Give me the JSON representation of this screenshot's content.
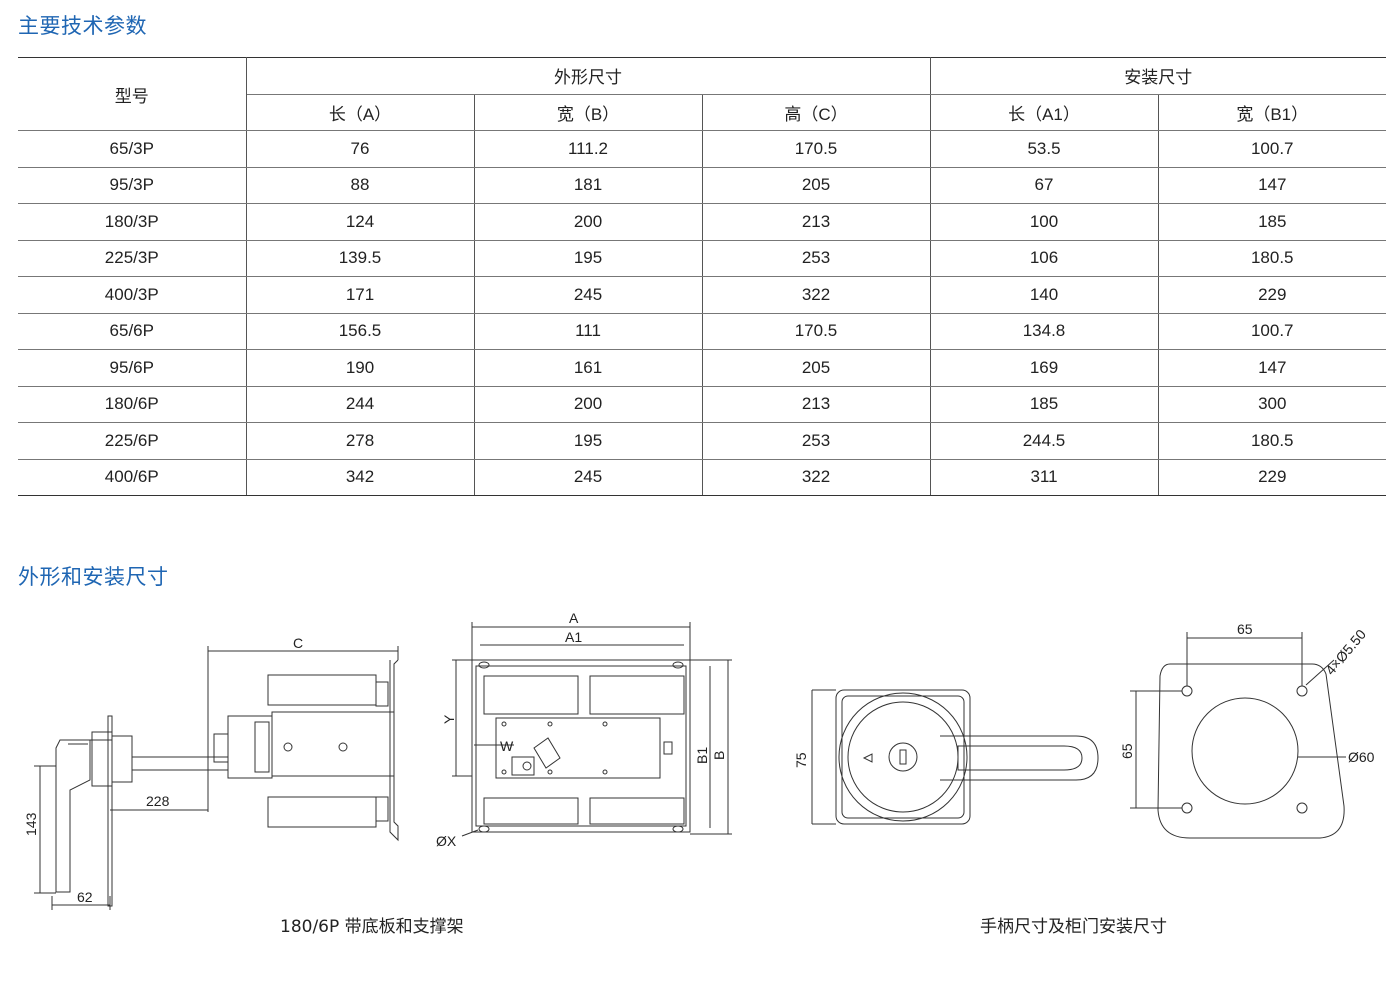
{
  "sections": {
    "tech_params_title": "主要技术参数",
    "dims_title": "外形和安装尺寸"
  },
  "table": {
    "model_header": "型号",
    "outline_header": "外形尺寸",
    "install_header": "安装尺寸",
    "sub_headers": [
      "长（A）",
      "宽（B）",
      "高（C）",
      "长（A1）",
      "宽（B1）"
    ],
    "rows": [
      [
        "65/3P",
        "76",
        "111.2",
        "170.5",
        "53.5",
        "100.7"
      ],
      [
        "95/3P",
        "88",
        "181",
        "205",
        "67",
        "147"
      ],
      [
        "180/3P",
        "124",
        "200",
        "213",
        "100",
        "185"
      ],
      [
        "225/3P",
        "139.5",
        "195",
        "253",
        "106",
        "180.5"
      ],
      [
        "400/3P",
        "171",
        "245",
        "322",
        "140",
        "229"
      ],
      [
        "65/6P",
        "156.5",
        "111",
        "170.5",
        "134.8",
        "100.7"
      ],
      [
        "95/6P",
        "190",
        "161",
        "205",
        "169",
        "147"
      ],
      [
        "180/6P",
        "244",
        "200",
        "213",
        "185",
        "300"
      ],
      [
        "225/6P",
        "278",
        "195",
        "253",
        "244.5",
        "180.5"
      ],
      [
        "400/6P",
        "342",
        "245",
        "322",
        "311",
        "229"
      ]
    ]
  },
  "drawing_labels": {
    "c": "C",
    "d228": "228",
    "d143": "143",
    "d62": "62",
    "a": "A",
    "a1": "A1",
    "y": "Y",
    "w": "W",
    "b1": "B1",
    "b": "B",
    "ox": "ØX",
    "d75": "75",
    "d65_top": "65",
    "holes": "4×Ø5.50",
    "d65_side": "65",
    "d60": "Ø60"
  },
  "captions": {
    "left": "180/6P 带底板和支撑架",
    "right": "手柄尺寸及柜门安装尺寸"
  }
}
